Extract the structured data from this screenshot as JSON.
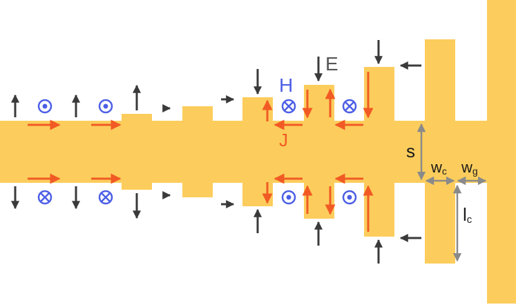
{
  "colors": {
    "metal": "#FCCD5C",
    "current_arrow": "#F15A24",
    "efield_arrow": "#3A3A3A",
    "hfield_symbol": "#4C5EE6",
    "dimension": "#8A8A8A",
    "label_dark": "#1A1A1A",
    "label_e": "#555555"
  },
  "labels": {
    "e_field": "E",
    "h_field": "H",
    "current": "J",
    "gap_s": "s",
    "width_c": "w",
    "width_c_sub": "c",
    "width_g": "w",
    "width_g_sub": "g",
    "length_c": "l",
    "length_c_sub": "c"
  },
  "symbols": {
    "out_of_page": "out-of-page-symbol",
    "into_page": "into-page-symbol"
  }
}
